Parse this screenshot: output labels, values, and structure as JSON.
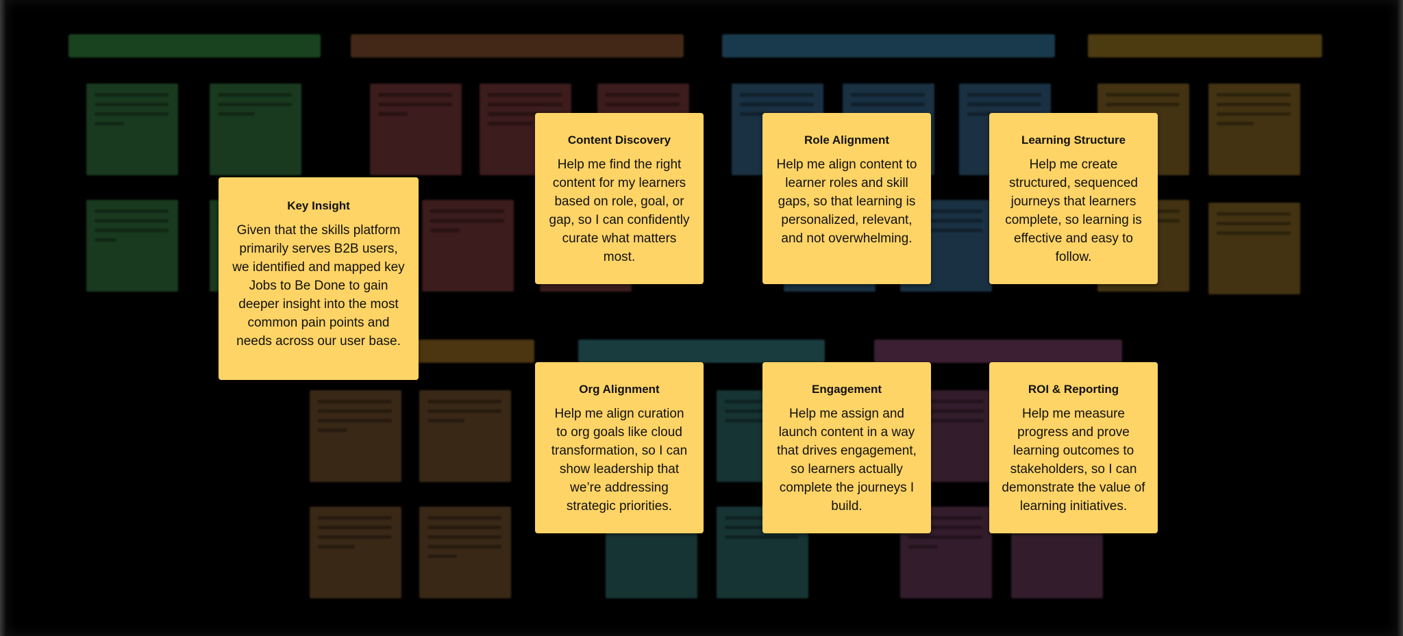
{
  "notes": {
    "key_insight": {
      "title": "Key Insight",
      "body": "Given that the skills platform primarily serves B2B users, we identified and mapped key Jobs to Be Done to gain deeper insight into the most common pain points and needs across our user base."
    },
    "content_discovery": {
      "title": "Content Discovery",
      "body": "Help me find the right content for my learners based on role, goal, or gap, so I can confidently curate what matters most."
    },
    "role_alignment": {
      "title": "Role Alignment",
      "body": "Help me align content to learner roles and skill gaps, so that learning is personalized, relevant, and not overwhelming."
    },
    "learning_structure": {
      "title": "Learning Structure",
      "body": "Help me create structured, sequenced journeys that learners complete, so learning is effective and easy to follow."
    },
    "org_alignment": {
      "title": "Org Alignment",
      "body": "Help me align curation to org goals like cloud transformation, so I can show leadership that we’re addressing strategic priorities."
    },
    "engagement": {
      "title": "Engagement",
      "body": "Help me assign and launch content in a way that drives engagement, so learners actually complete the journeys I build."
    },
    "roi_reporting": {
      "title": "ROI & Reporting",
      "body": "Help me measure progress and prove learning outcomes to stakeholders, so I can demonstrate the value of learning initiatives."
    }
  },
  "colors": {
    "note_yellow": "#ffd466",
    "canvas": "#000000"
  }
}
